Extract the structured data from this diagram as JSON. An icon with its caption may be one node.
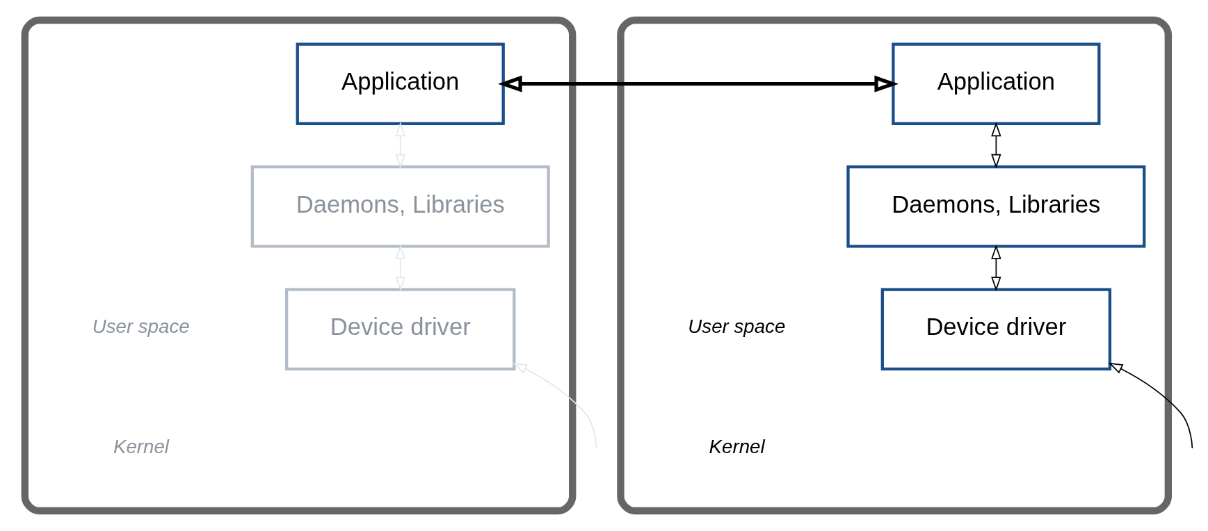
{
  "diagram": {
    "nodes": [
      {
        "text": [],
        "shape": "box"
      },
      {
        "text": [
          "Application"
        ],
        "in": 0
      },
      {
        "text": [
          "Daemons, Libraries"
        ],
        "in": 0
      },
      {
        "text": [
          "Device driver"
        ],
        "in": 0
      },
      {
        "text": [],
        "shape": "box"
      },
      {
        "text": [
          "Application"
        ],
        "in": 4
      },
      {
        "text": [
          "Daemons, Libraries"
        ],
        "in": 4
      },
      {
        "text": [
          "Device driver"
        ],
        "in": 4
      }
    ],
    "edges": [
      {
        "from": 1,
        "to": 5,
        "arrow": "both",
        "style": "thick"
      },
      {
        "from": 1,
        "to": 2,
        "arrow": "both",
        "color": "#e3e7ec"
      },
      {
        "from": 2,
        "to": 3,
        "arrow": "both",
        "color": "#e3e7ec"
      },
      {
        "from": null,
        "to": 3,
        "arrow": "to",
        "color": "#e3e7ec"
      },
      {
        "from": 5,
        "to": 6,
        "arrow": "both"
      },
      {
        "from": 6,
        "to": 7,
        "arrow": "both"
      },
      {
        "from": null,
        "to": 7,
        "arrow": "to"
      }
    ],
    "labels": [
      "User space",
      "Kernel",
      "User space",
      "Kernel"
    ]
  }
}
